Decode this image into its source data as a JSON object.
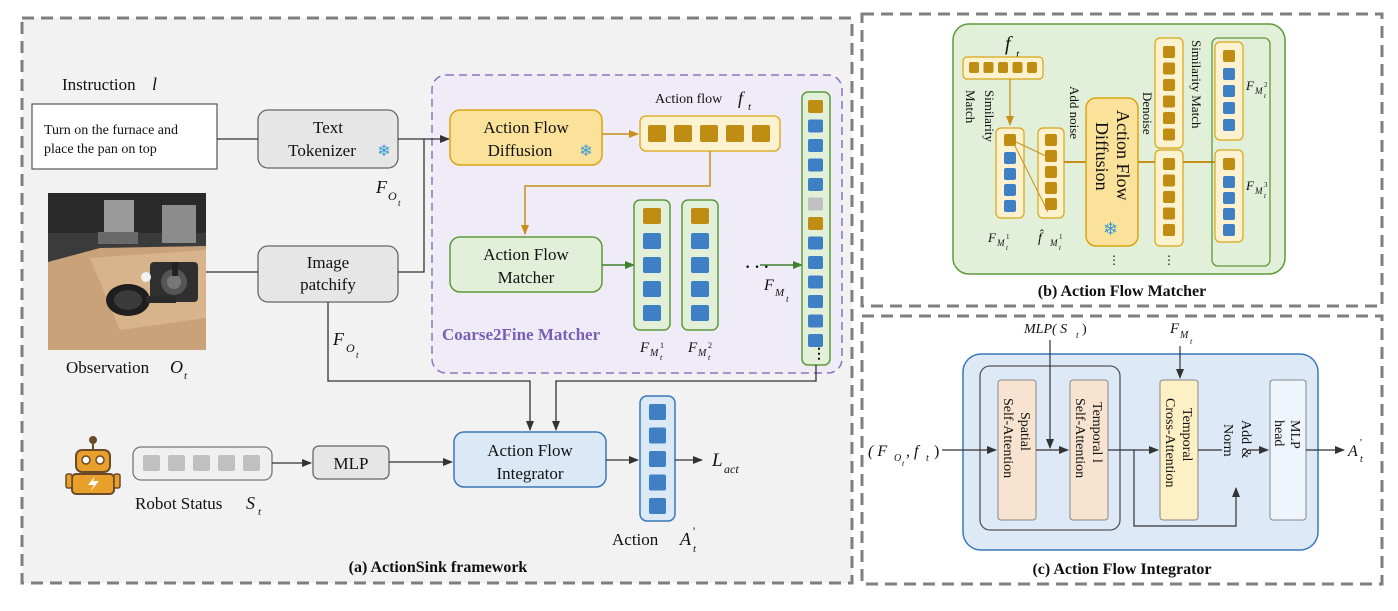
{
  "panel_a": {
    "caption": "(a) ActionSink framework",
    "instruction_label": "Instruction",
    "instruction_symbol": "l",
    "instruction_text_1": "Turn on the furnace and",
    "instruction_text_2": "place the pan on top",
    "observation_label": "Observation",
    "observation_symbol": "O",
    "observation_sub": "t",
    "text_tokenizer_1": "Text",
    "text_tokenizer_2": "Tokenizer",
    "image_patchify_1": "Image",
    "image_patchify_2": "patchify",
    "f_obs_symbol": "F",
    "f_obs_sub": "O",
    "f_obs_subsub": "t",
    "coarse2fine_label": "Coarse2Fine Matcher",
    "afd_1": "Action Flow",
    "afd_2": "Diffusion",
    "action_flow_label": "Action flow",
    "action_flow_symbol": "f",
    "action_flow_sub": "t",
    "afm_1": "Action Flow",
    "afm_2": "Matcher",
    "fm_symbol": "F",
    "fm_sub": "M",
    "fm_subsub": "t",
    "fm1_sup": "1",
    "fm2_sup": "2",
    "ellipsis": "· · ·",
    "robot_status_label": "Robot Status",
    "robot_status_symbol": "S",
    "robot_status_sub": "t",
    "mlp_label": "MLP",
    "afi_1": "Action Flow",
    "afi_2": "Integrator",
    "loss_symbol": "L",
    "loss_sub": "act",
    "action_label": "Action",
    "action_symbol": "A",
    "action_prime": "'",
    "action_sub": "t"
  },
  "panel_b": {
    "caption": "(b) Action Flow Matcher",
    "similarity_match_1": "Similarity",
    "similarity_match_2": "Match",
    "add_noise": "Add noise",
    "afd_1": "Action Flow",
    "afd_2": "Diffusion",
    "denoise": "Denoise",
    "similarity_match_right": "Similarity Match",
    "ft_symbol": "f",
    "ft_sub": "t",
    "fm_symbol": "F",
    "fm_sub": "M",
    "fm_subsub": "t",
    "fhat_symbol": "f̂",
    "sup1": "1",
    "sup2": "2",
    "sup3": "3"
  },
  "panel_c": {
    "caption": "(c) Action Flow Integrator",
    "mlp_input": "MLP( S",
    "mlp_input_sub": "t",
    "mlp_input_close": ")",
    "fm_symbol": "F",
    "fm_sub": "M",
    "fm_subsub": "t",
    "input_tuple_open": "( F",
    "input_tuple_sub": "O",
    "input_tuple_subsub": "t",
    "input_tuple_mid": ", f",
    "input_tuple_sub2": "t",
    "input_tuple_close": ")",
    "spatial_1": "Spatial",
    "spatial_2": "Self-Attention",
    "temporal_1": "Temporal l",
    "temporal_2": "Self-Attention",
    "cross_1": "Temporal",
    "cross_2": "Cross-Attention",
    "addnorm_1": "Add &",
    "addnorm_2": "Norm",
    "mlphead_1": "MLP",
    "mlphead_2": "head",
    "output_symbol": "A",
    "output_prime": "'",
    "output_sub": "t"
  },
  "colors": {
    "panel_a_bg": "#f2f2f2",
    "panel_border": "#7f7f7f",
    "coarse2fine_bg": "#efebf7",
    "coarse2fine_border": "#8a74c0",
    "coarse2fine_text": "#7a5fb5",
    "yellow_box": "#fbe29a",
    "yellow_border": "#d9a514",
    "green_box": "#e3f0d9",
    "green_border": "#5d9a3c",
    "blue_box": "#dbe8f6",
    "blue_border": "#3b78b9",
    "gold_token": "#bf8d12",
    "blue_token": "#3f7fc4",
    "gray_token": "#c0c0c0",
    "arrow_gold": "#c8901a",
    "arrow_green": "#3d7f2d",
    "panel_c_bg": "#dde9f7",
    "orange_attn": "#f7e3cf",
    "light_yellow_attn": "#fdf0c4"
  }
}
